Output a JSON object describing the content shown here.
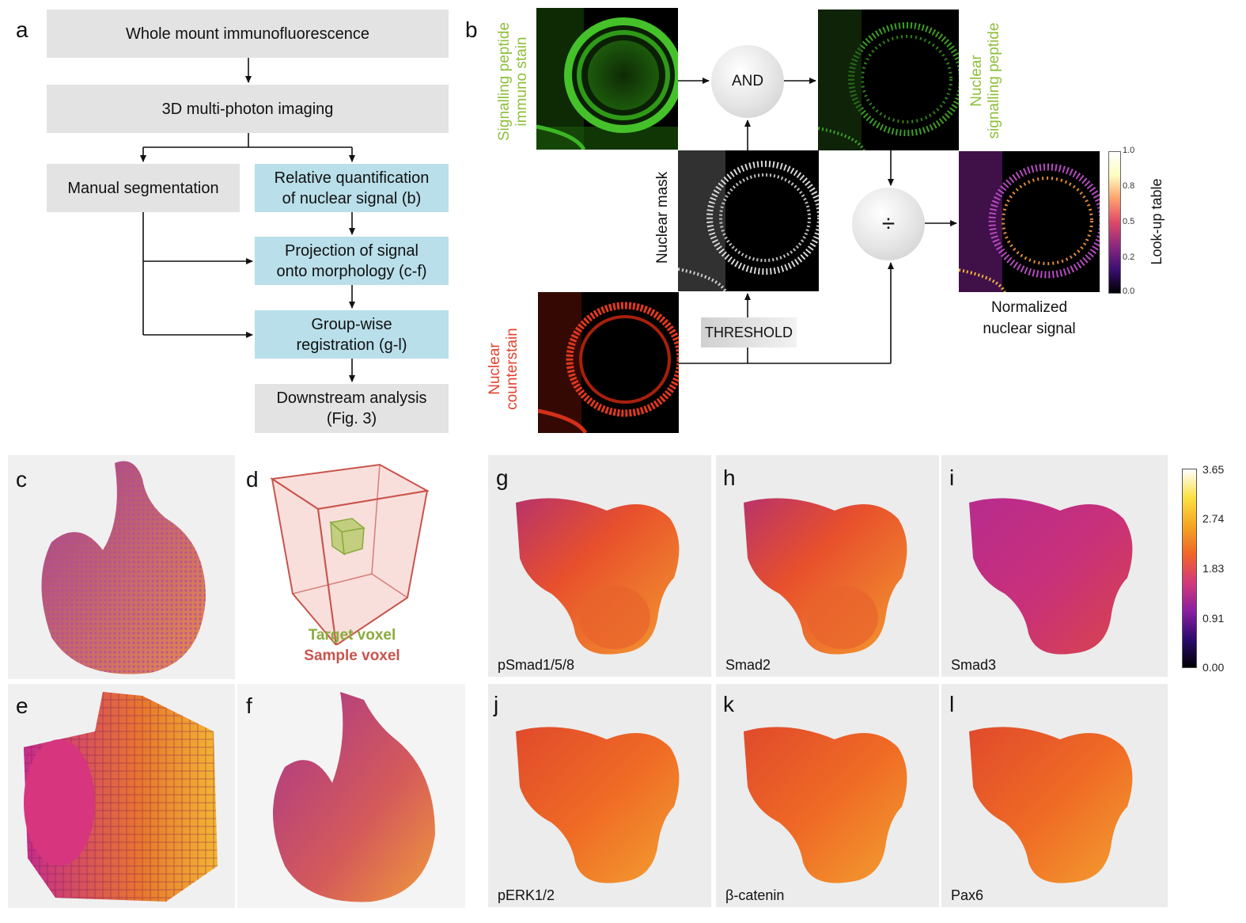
{
  "panel_letters": {
    "a": "a",
    "b": "b",
    "c": "c",
    "d": "d",
    "e": "e",
    "f": "f",
    "g": "g",
    "h": "h",
    "i": "i",
    "j": "j",
    "k": "k",
    "l": "l"
  },
  "flowchart": {
    "step1": "Whole mount immunofluorescence",
    "step2": "3D multi-photon imaging",
    "manual": "Manual segmentation",
    "relative_l1": "Relative quantification",
    "relative_l2": "of nuclear signal (b)",
    "projection_l1": "Projection of signal",
    "projection_l2": "onto morphology (c-f)",
    "groupwise_l1": "Group-wise",
    "groupwise_l2": "registration (g-l)",
    "downstream_l1": "Downstream analysis",
    "downstream_l2": "(Fig. 3)"
  },
  "pipeline": {
    "signalling_l1": "Signalling peptide",
    "signalling_l2": "immuno stain",
    "nuclear_signalling_l1": "Nuclear",
    "nuclear_signalling_l2": "signalling peptide",
    "nuclear_mask": "Nuclear mask",
    "counterstain_l1": "Nuclear",
    "counterstain_l2": "counterstain",
    "and_op": "AND",
    "divide_op": "÷",
    "threshold": "THRESHOLD",
    "normalized_l1": "Normalized",
    "normalized_l2": "nuclear signal",
    "lut_title": "Look-up table",
    "lut_ticks": [
      "1.0",
      "0.8",
      "0.5",
      "0.2",
      "0.0"
    ],
    "colors": {
      "green": "#8dbf3a",
      "red": "#e0432e"
    }
  },
  "voxel_legend": {
    "target": "Target voxel",
    "sample": "Sample voxel",
    "target_color": "#8aab3c",
    "sample_color": "#c9544c"
  },
  "shape_labels": {
    "g": "pSmad1/5/8",
    "h": "Smad2",
    "i": "Smad3",
    "j": "pERK1/2",
    "k": "β-catenin",
    "l": "Pax6"
  },
  "colorbar_ticks": [
    "3.65",
    "2.74",
    "1.83",
    "0.91",
    "0.00"
  ]
}
